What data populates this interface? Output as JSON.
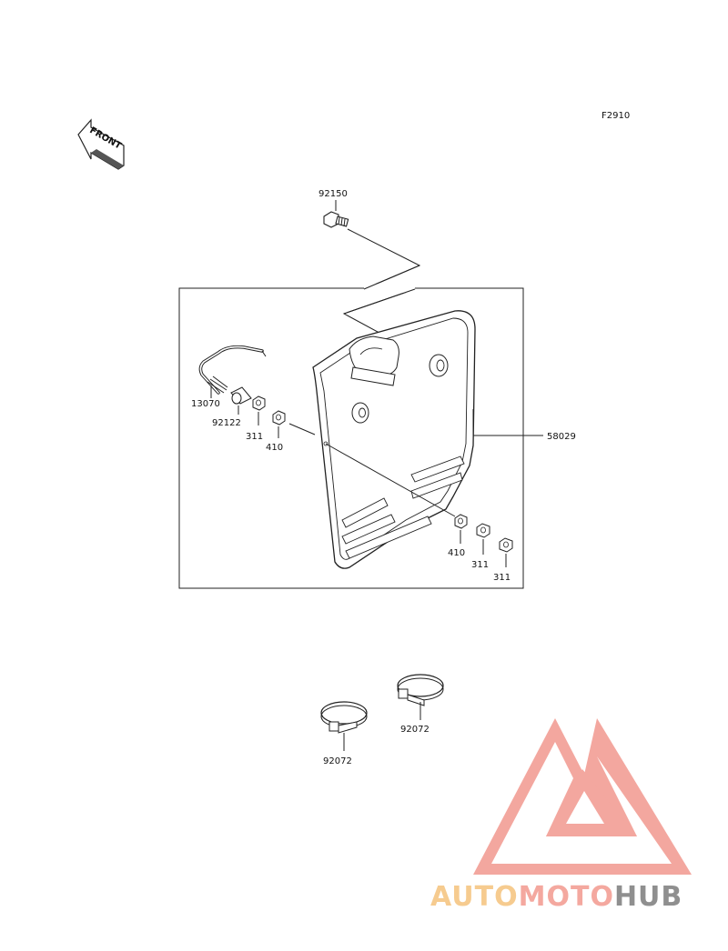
{
  "figure_code": "F2910",
  "front_label": "FRONT",
  "parts": {
    "bolt": "92150",
    "plate": "58029",
    "rod": "13070",
    "spacer": "92122",
    "nut_left": "311",
    "washer_left": "410",
    "washer_right": "410",
    "nut_right_1": "311",
    "nut_right_2": "311",
    "band_right": "92072",
    "band_left": "92072"
  },
  "watermark": {
    "word_auto": "AUTO",
    "word_moto": "MOTO",
    "word_hub": "HUB",
    "color_auto": "#f6c98a",
    "color_moto": "#f4a49a",
    "color_hub": "#8a8a8a",
    "color_triangle": "#f3a39a"
  }
}
